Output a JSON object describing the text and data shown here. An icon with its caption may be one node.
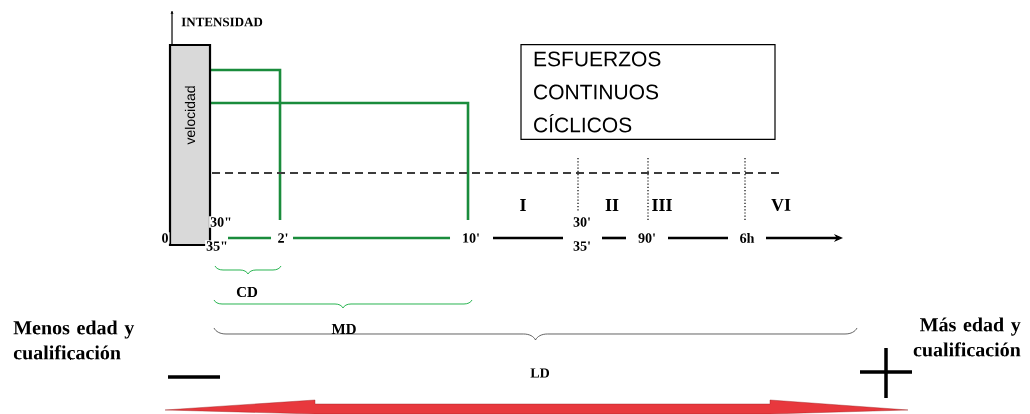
{
  "diagram": {
    "nodes": [
      {
        "text": [
          "velocidad"
        ]
      },
      {
        "text": [
          "ESFUERZOS CONTINUOS CÍCLICOS"
        ]
      }
    ],
    "edges": [],
    "labels": [
      "INTENSIDAD",
      "0",
      "30\"",
      "35\"",
      "2'",
      "10'",
      "I",
      "30'",
      "35'",
      "II",
      "90'",
      "III",
      "6h",
      "VI",
      "CD",
      "MD",
      "Menos edad y cualificación",
      "Más edad y cualificación",
      "LD"
    ]
  }
}
